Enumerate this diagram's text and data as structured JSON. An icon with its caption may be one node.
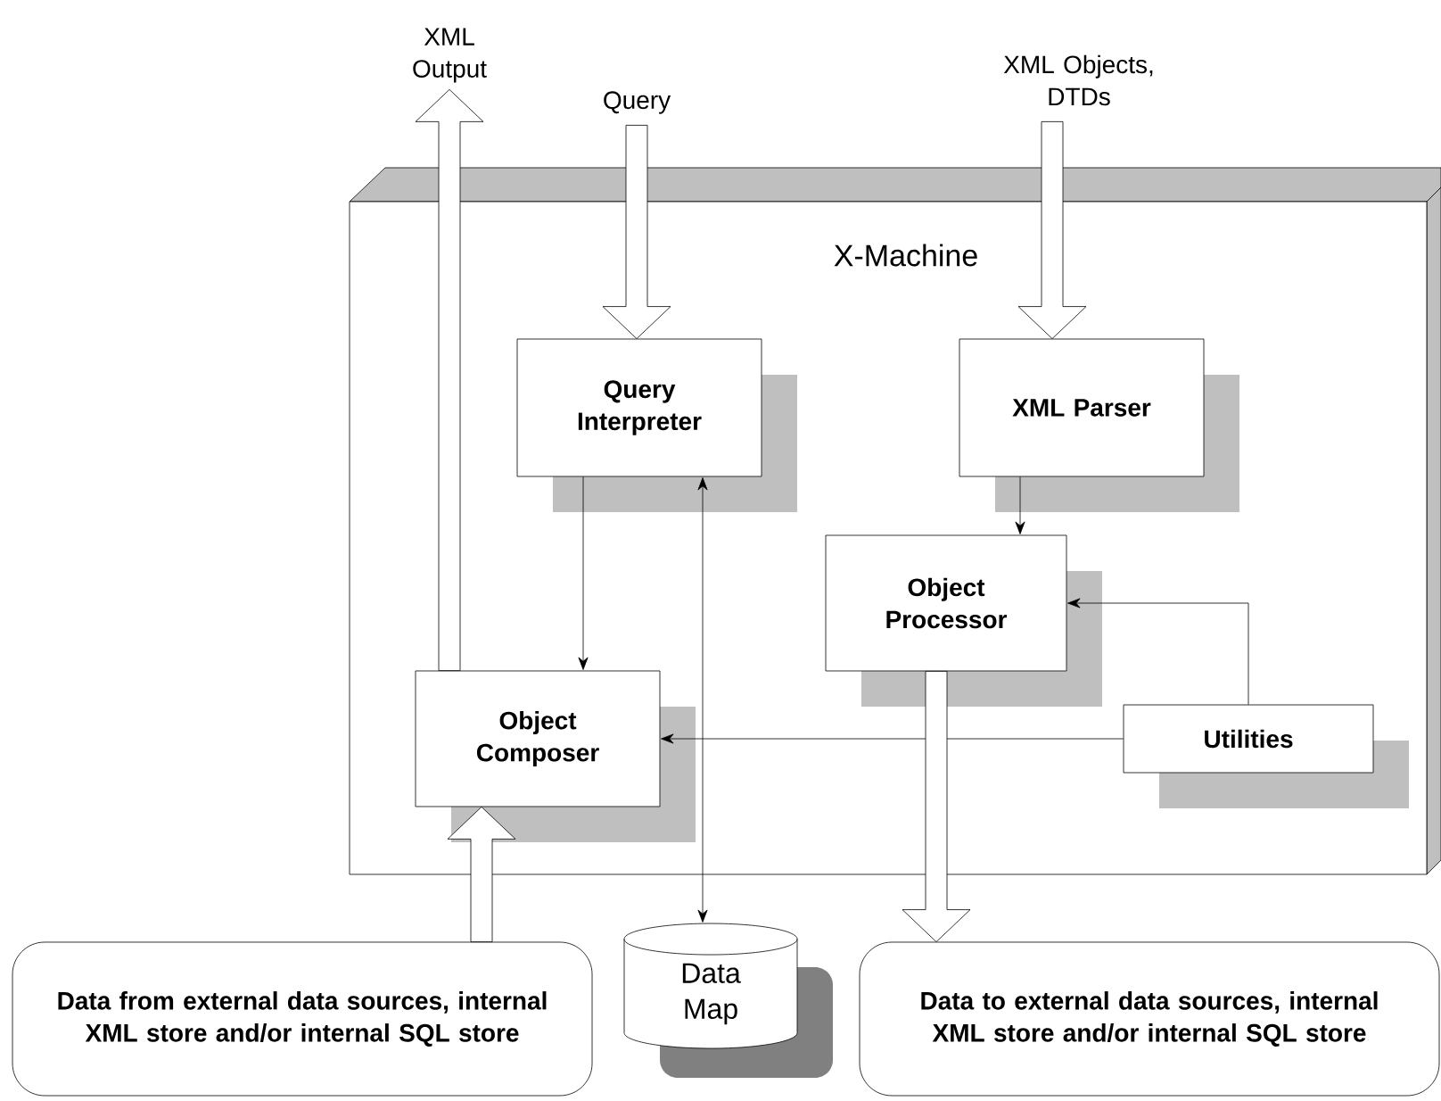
{
  "diagram": {
    "nodes": [
      {
        "text": [
          "X-Machine"
        ]
      },
      {
        "text": [
          "Query Interpreter"
        ],
        "in": 0
      },
      {
        "text": [
          "XML Parser"
        ],
        "in": 0
      },
      {
        "text": [
          "Object Processor"
        ],
        "in": 0
      },
      {
        "text": [
          "Object Composer"
        ],
        "in": 0
      },
      {
        "text": [
          "Utilities"
        ],
        "in": 0
      },
      {
        "text": [
          "Data Map"
        ]
      },
      {
        "text": [
          "Data from external data sources, internal XML store and/or internal SQL store"
        ]
      },
      {
        "text": [
          "Data to external data sources, internal XML store and/or internal SQL store"
        ]
      },
      {
        "text": [
          "XML Output"
        ]
      },
      {
        "text": [
          "Query"
        ]
      },
      {
        "text": [
          "XML Objects, DTDs"
        ]
      }
    ],
    "edges": [
      {
        "from": 1,
        "to": 4,
        "arrow": "to"
      },
      {
        "from": 2,
        "to": 3,
        "arrow": "to"
      },
      {
        "from": 5,
        "to": 3,
        "arrow": "to"
      },
      {
        "from": 5,
        "to": 4,
        "arrow": "to"
      },
      {
        "from": 1,
        "to": 6,
        "arrow": "both"
      },
      {
        "from": 10,
        "to": 1,
        "arrow": "to",
        "style": "thick"
      },
      {
        "from": 11,
        "to": 2,
        "arrow": "to",
        "style": "thick"
      },
      {
        "from": 4,
        "to": 9,
        "arrow": "to",
        "style": "thick"
      },
      {
        "from": 7,
        "to": 4,
        "arrow": "to",
        "style": "thick"
      },
      {
        "from": 3,
        "to": 8,
        "arrow": "to",
        "style": "thick"
      }
    ]
  }
}
